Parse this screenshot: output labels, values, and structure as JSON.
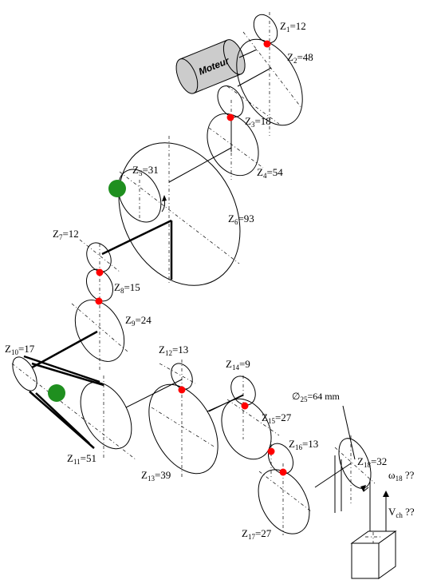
{
  "motor": {
    "label": "Moteur"
  },
  "gears": [
    {
      "id": "z1",
      "name": "Z",
      "sub": "1",
      "value": "=12"
    },
    {
      "id": "z2",
      "name": "Z",
      "sub": "2",
      "value": "=48"
    },
    {
      "id": "z3",
      "name": "Z",
      "sub": "3",
      "value": "=18"
    },
    {
      "id": "z4",
      "name": "Z",
      "sub": "4",
      "value": "=54"
    },
    {
      "id": "z5",
      "name": "Z",
      "sub": "5",
      "value": "=31"
    },
    {
      "id": "z6",
      "name": "Z",
      "sub": "6",
      "value": "=93"
    },
    {
      "id": "z7",
      "name": "Z",
      "sub": "7",
      "value": "=12"
    },
    {
      "id": "z8",
      "name": "Z",
      "sub": "8",
      "value": "=15"
    },
    {
      "id": "z9",
      "name": "Z",
      "sub": "9",
      "value": "=24"
    },
    {
      "id": "z10",
      "name": "Z",
      "sub": "10",
      "value": "=17"
    },
    {
      "id": "z11",
      "name": "Z",
      "sub": "11",
      "value": "=51"
    },
    {
      "id": "z12",
      "name": "Z",
      "sub": "12",
      "value": "=13"
    },
    {
      "id": "z13",
      "name": "Z",
      "sub": "13",
      "value": "=39"
    },
    {
      "id": "z14",
      "name": "Z",
      "sub": "14",
      "value": "=9"
    },
    {
      "id": "z15",
      "name": "Z",
      "sub": "15",
      "value": "=27"
    },
    {
      "id": "z16",
      "name": "Z",
      "sub": "16",
      "value": "=13"
    },
    {
      "id": "z17",
      "name": "Z",
      "sub": "17",
      "value": "=27"
    },
    {
      "id": "z18",
      "name": "Z",
      "sub": "18",
      "value": "=32"
    }
  ],
  "diameter": {
    "symbol": "∅",
    "sub": "25",
    "value": "=64 mm"
  },
  "omega": {
    "symbol": "ω",
    "sub": "18",
    "suffix": " ??"
  },
  "vch": {
    "symbol": "V",
    "sub": "ch",
    "suffix": " ??"
  },
  "colors": {
    "contact": "#ff0000",
    "fixed": "#1f8f1f",
    "motor": "#cccccc"
  }
}
